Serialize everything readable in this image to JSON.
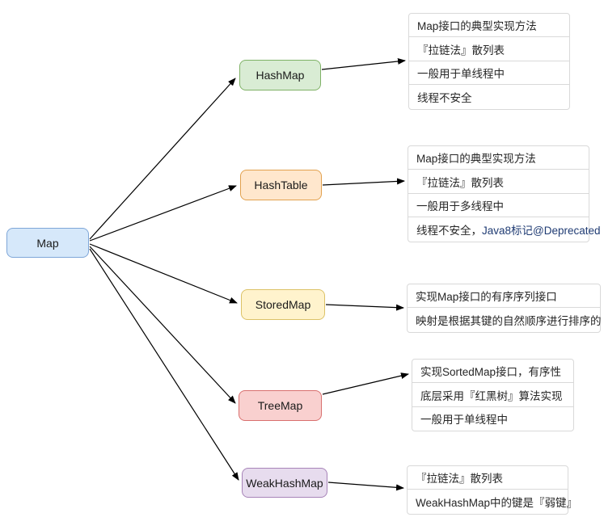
{
  "diagram": {
    "root": {
      "label": "Map"
    },
    "branches": [
      {
        "label": "HashMap",
        "color": "green",
        "items": [
          {
            "text": "Map接口的典型实现方法"
          },
          {
            "text": "『拉链法』散列表"
          },
          {
            "text": "一般用于单线程中"
          },
          {
            "text": "线程不安全"
          }
        ]
      },
      {
        "label": "HashTable",
        "color": "orange",
        "items": [
          {
            "text": "Map接口的典型实现方法"
          },
          {
            "text": "『拉链法』散列表"
          },
          {
            "text": "一般用于多线程中"
          },
          {
            "text": "线程不安全，",
            "accent": "Java8标记@Deprecated"
          }
        ]
      },
      {
        "label": "StoredMap",
        "color": "yellow",
        "items": [
          {
            "text": "实现Map接口的有序序列接口"
          },
          {
            "text": "映射是根据其键的自然顺序进行排序的"
          }
        ]
      },
      {
        "label": "TreeMap",
        "color": "red",
        "items": [
          {
            "text": "实现SortedMap接口，有序性"
          },
          {
            "text": "底层采用『红黑树』算法实现"
          },
          {
            "text": "一般用于单线程中"
          }
        ]
      },
      {
        "label": "WeakHashMap",
        "color": "purple",
        "items": [
          {
            "text": "『拉链法』散列表"
          },
          {
            "text": "WeakHashMap中的键是『弱键』"
          }
        ]
      }
    ]
  },
  "palette": {
    "root_fill": "#d6e8fa",
    "root_border": "#7ea6d8",
    "hashmap_fill": "#d9ecd4",
    "hashmap_border": "#7fb266",
    "hashtable_fill": "#ffe7cd",
    "hashtable_border": "#e2a14e",
    "storedmap_fill": "#fff3cd",
    "storedmap_border": "#dcc267",
    "treemap_fill": "#f9d0cf",
    "treemap_border": "#d9706f",
    "weakhashmap_fill": "#e7dcee",
    "weakhashmap_border": "#a783b8",
    "connector": "#000000",
    "list_border": "#d9d9d9",
    "accent_text": "#1f3b73"
  }
}
